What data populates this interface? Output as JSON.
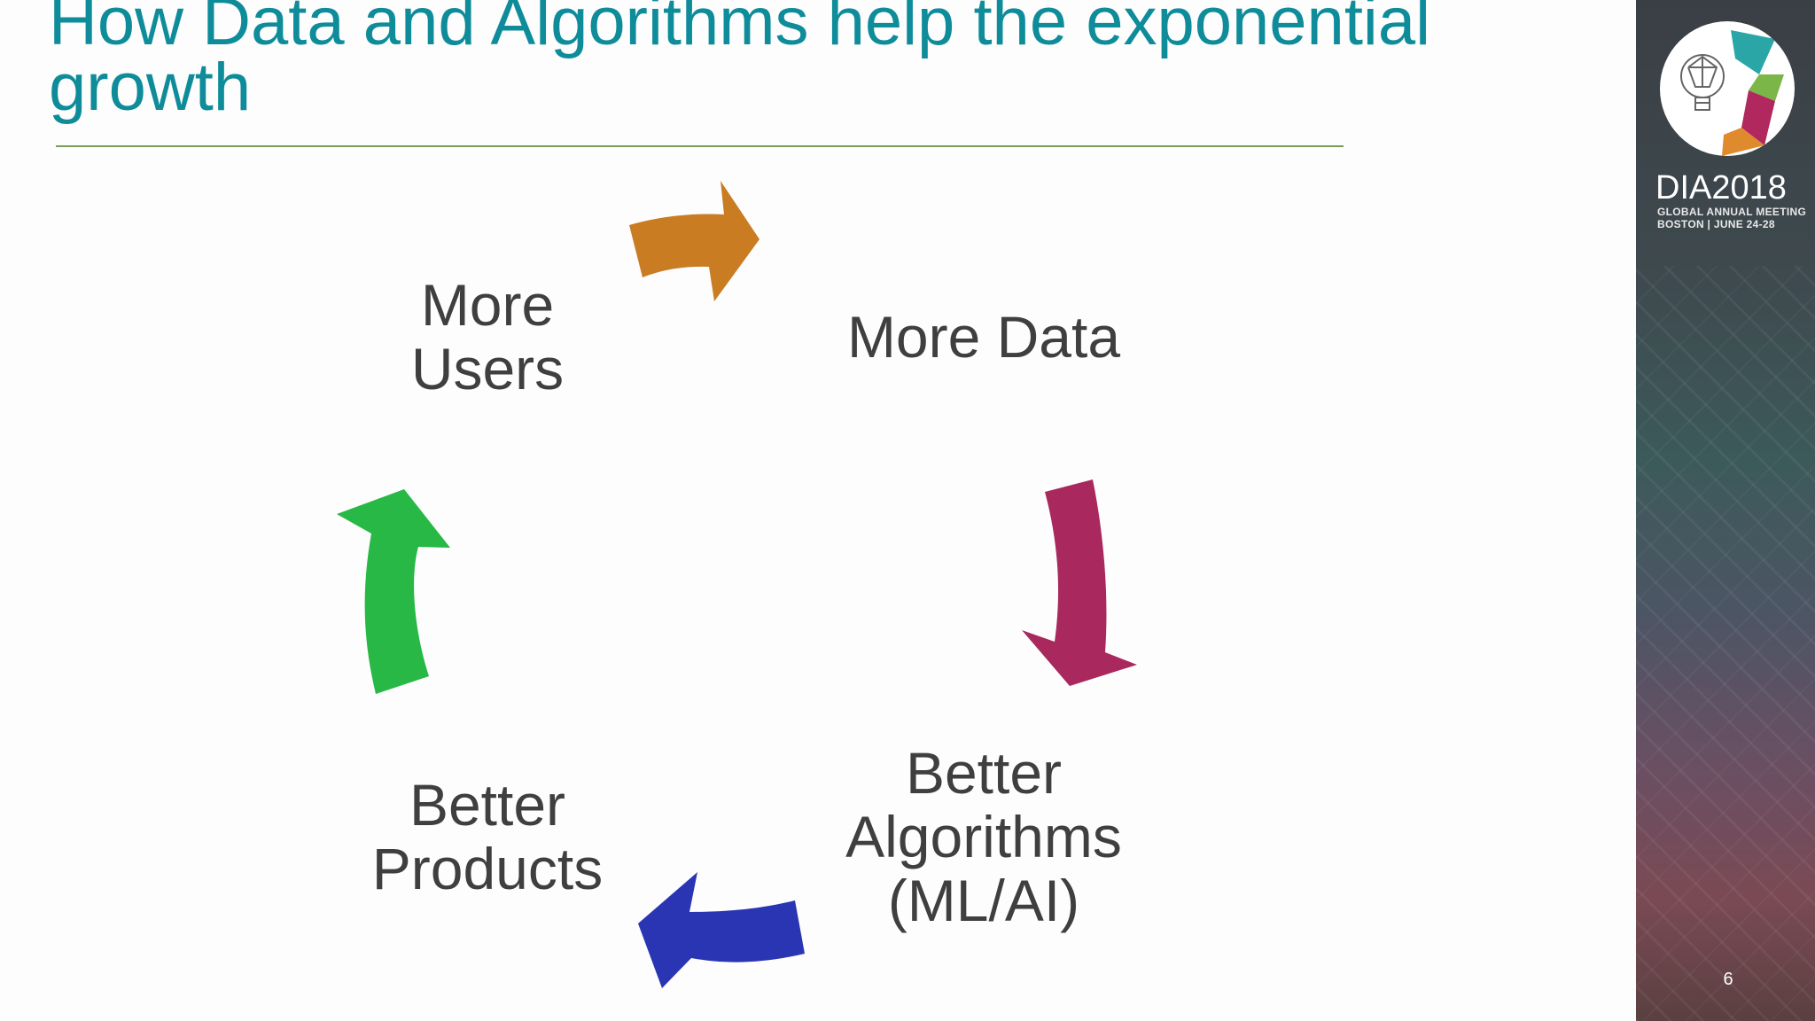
{
  "slide": {
    "title": "How Data and Algorithms help the exponential growth",
    "page_number": "6"
  },
  "cycle": {
    "nodes": [
      {
        "id": "more-users",
        "label": "More\nUsers"
      },
      {
        "id": "more-data",
        "label": "More Data"
      },
      {
        "id": "better-algorithms",
        "label": "Better\nAlgorithms\n(ML/AI)"
      },
      {
        "id": "better-products",
        "label": "Better\nProducts"
      }
    ],
    "arrows": [
      {
        "from": "more-users",
        "to": "more-data",
        "color": "#c97c22",
        "icon": "arrow-right"
      },
      {
        "from": "more-data",
        "to": "better-algorithms",
        "color": "#a9285e",
        "icon": "arrow-down"
      },
      {
        "from": "better-algorithms",
        "to": "better-products",
        "color": "#2a35b3",
        "icon": "arrow-left"
      },
      {
        "from": "better-products",
        "to": "more-users",
        "color": "#27b845",
        "icon": "arrow-up"
      }
    ]
  },
  "sidebar": {
    "logo_icon": "lightbulb-head-logo",
    "brand": "DIA2018",
    "subtitle_line1": "GLOBAL ANNUAL MEETING",
    "subtitle_line2": "BOSTON | JUNE 24-28",
    "colors": {
      "teal": "#2aa6a6",
      "green": "#7ab648",
      "magenta": "#b0285e",
      "orange": "#e08a2e"
    }
  }
}
